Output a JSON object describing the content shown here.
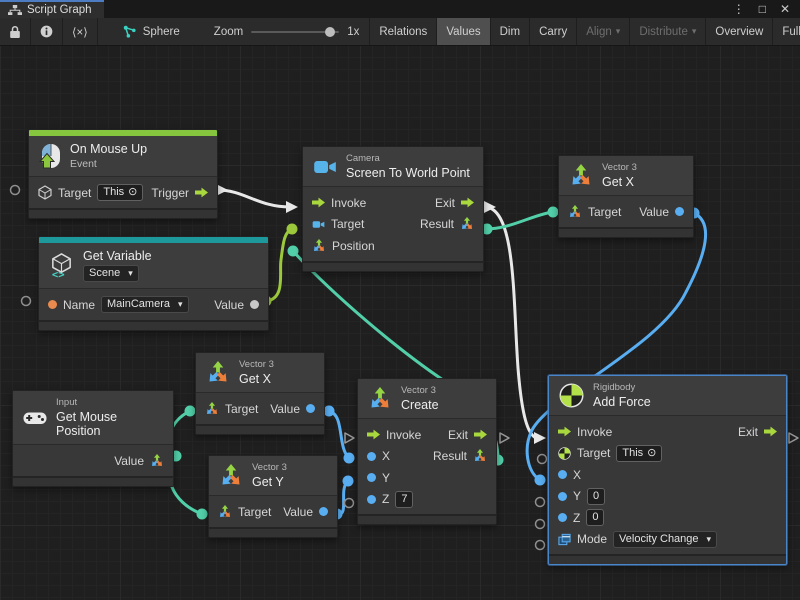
{
  "window": {
    "tab_title": "Script Graph",
    "menu_icon": "⋮",
    "maximize_icon": "□",
    "close_icon": "✕"
  },
  "toolbar": {
    "code_glyph": "⟨×⟩",
    "object_name": "Sphere",
    "zoom_label": "Zoom",
    "zoom_value": "1x",
    "buttons": {
      "relations": "Relations",
      "values": "Values",
      "dim": "Dim",
      "carry": "Carry",
      "align": "Align",
      "distribute": "Distribute",
      "overview": "Overview",
      "full_screen": "Full Screen"
    }
  },
  "glyphs": {
    "target": "⊙",
    "dropdown": "▾"
  },
  "colors": {
    "flow_green": "#a9d83e",
    "value_blue": "#59aef2",
    "vector_teal": "#52cfa8",
    "variable_wire_green": "#9cc93c",
    "event_strip_green": "#86c53e",
    "variable_strip_teal": "#1d999b",
    "selection_blue": "#4a84c9",
    "flow_wire_white": "#e8e8e8",
    "name_port_orange": "#e98a4e"
  },
  "nodes": {
    "on_mouse_up": {
      "title": "On Mouse Up",
      "subtitle": "Event",
      "target_label": "Target",
      "target_value": "This",
      "trigger_label": "Trigger"
    },
    "get_variable": {
      "title": "Get Variable",
      "scope_value": "Scene",
      "name_label": "Name",
      "name_value": "MainCamera",
      "value_label": "Value"
    },
    "screen_to_world": {
      "category": "Camera",
      "title": "Screen To World Point",
      "invoke": "Invoke",
      "exit": "Exit",
      "target": "Target",
      "result": "Result",
      "position": "Position"
    },
    "get_x_top": {
      "category": "Vector 3",
      "title": "Get X",
      "target": "Target",
      "value": "Value"
    },
    "get_x_mid": {
      "category": "Vector 3",
      "title": "Get X",
      "target": "Target",
      "value": "Value"
    },
    "get_y": {
      "category": "Vector 3",
      "title": "Get Y",
      "target": "Target",
      "value": "Value"
    },
    "get_mouse_position": {
      "category": "Input",
      "title": "Get Mouse Position",
      "value": "Value"
    },
    "create_vector": {
      "category": "Vector 3",
      "title": "Create",
      "invoke": "Invoke",
      "exit": "Exit",
      "result": "Result",
      "x": "X",
      "y": "Y",
      "z": "Z",
      "z_value": "7"
    },
    "add_force": {
      "category": "Rigidbody",
      "title": "Add Force",
      "invoke": "Invoke",
      "exit": "Exit",
      "target": "Target",
      "target_value": "This",
      "x": "X",
      "y": "Y",
      "y_value": "0",
      "z": "Z",
      "z_value": "0",
      "mode_label": "Mode",
      "mode_value": "Velocity Change"
    }
  }
}
